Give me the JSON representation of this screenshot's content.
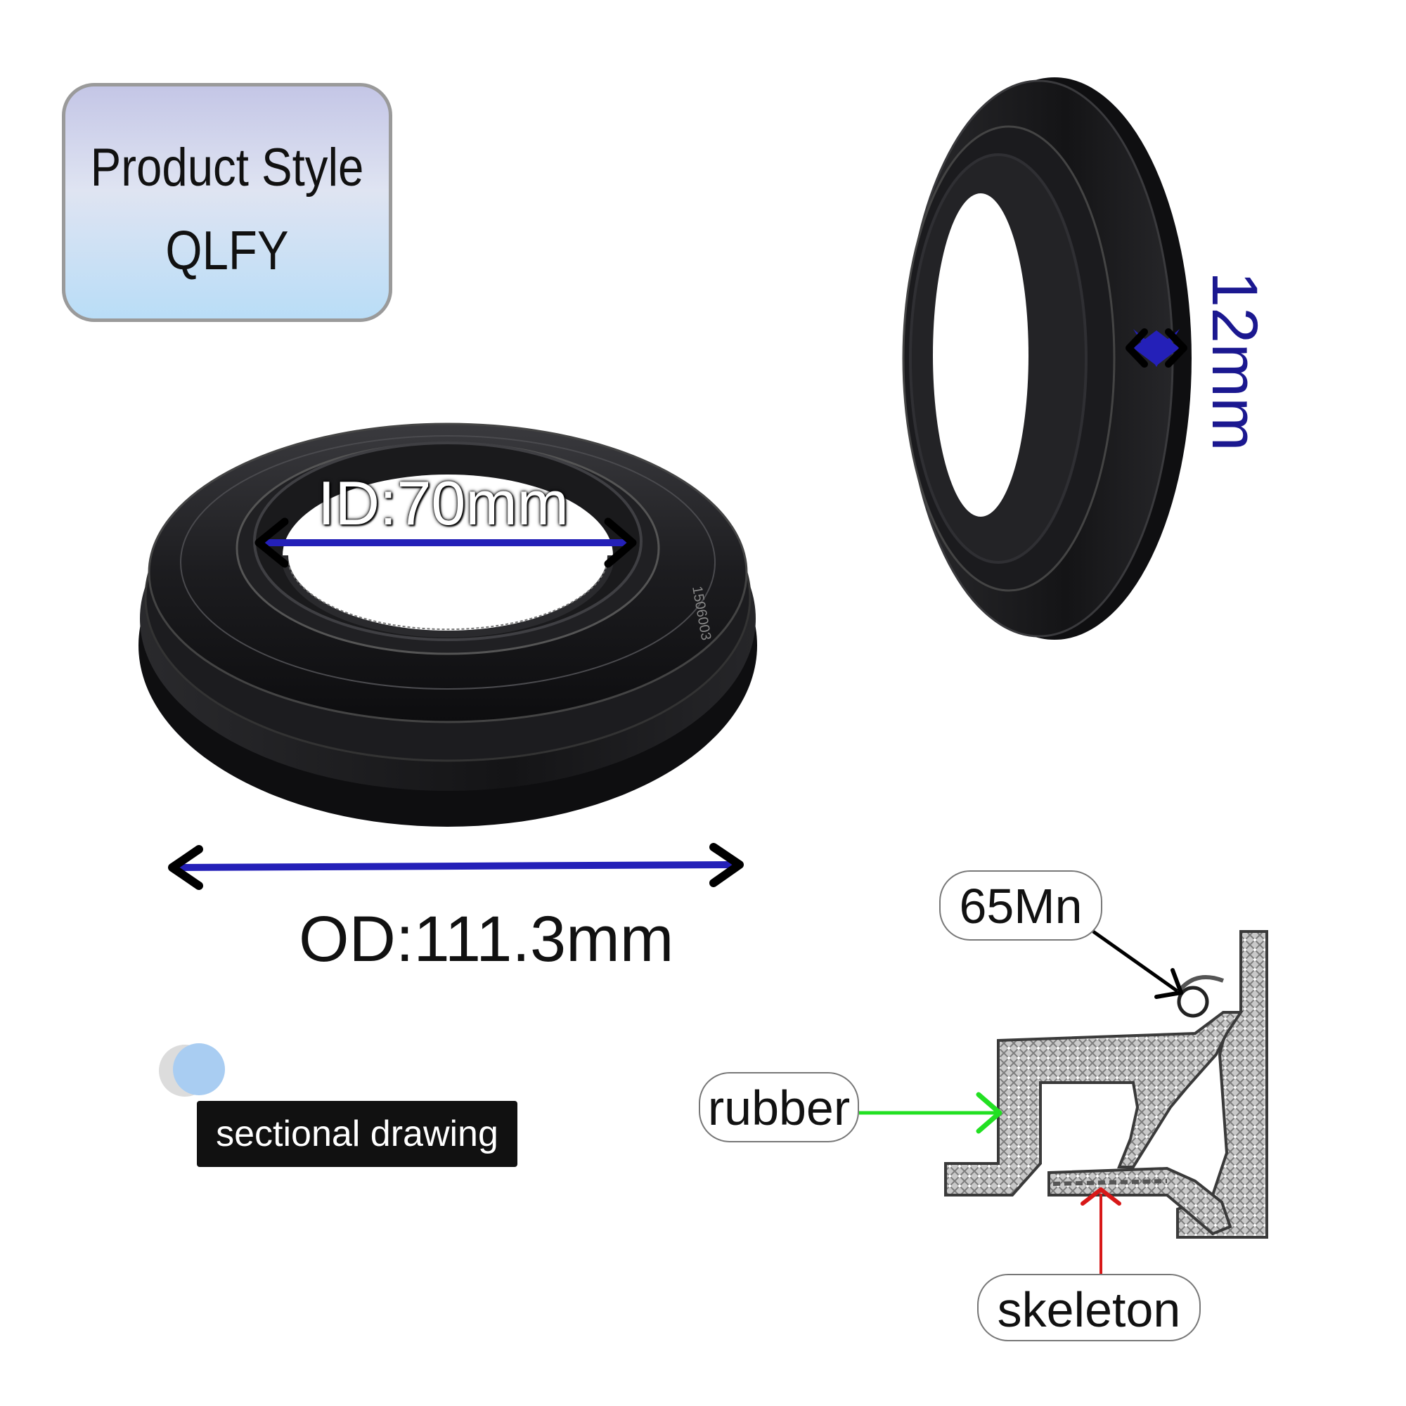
{
  "style_card": {
    "line1": "Product Style",
    "line2": "QLFY"
  },
  "dimensions": {
    "inner_diameter": "ID:70mm",
    "outer_diameter": "OD:111.3mm",
    "thickness": "12mm"
  },
  "section": {
    "label": "sectional drawing",
    "callouts": {
      "spring": "65Mn",
      "rubber": "rubber",
      "skeleton": "skeleton"
    }
  },
  "seal_marking": "1506003",
  "colors": {
    "dimension_arrow": "#2420b8",
    "thickness_text": "#1b1890",
    "rubber_arrow": "#22e022",
    "skeleton_arrow": "#d81818",
    "seal_body": "#1a1a1c"
  }
}
